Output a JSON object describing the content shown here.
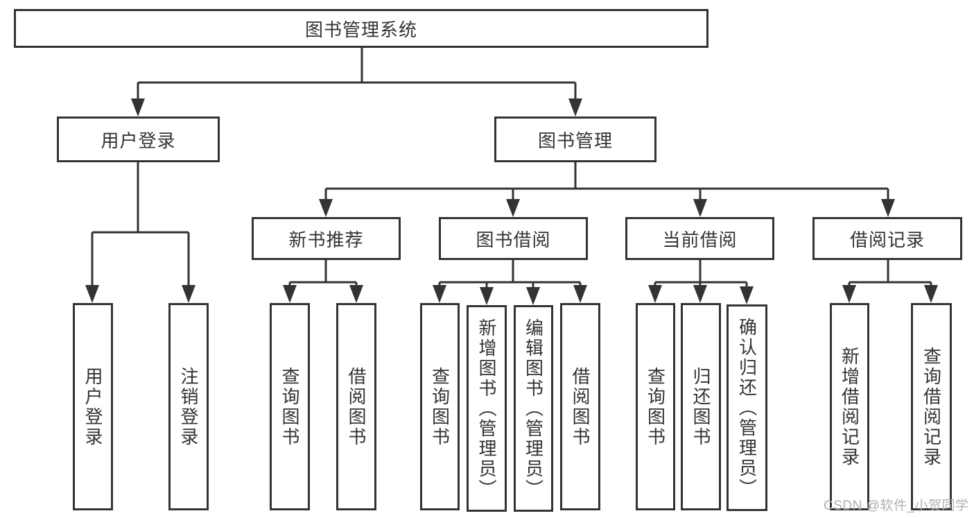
{
  "diagram": {
    "nodes": {
      "root": {
        "label": "图书管理系统"
      },
      "user_login": {
        "label": "用户登录"
      },
      "book_mgmt": {
        "label": "图书管理"
      },
      "login_user": {
        "label": "用户登录"
      },
      "login_logout": {
        "label": "注销登录"
      },
      "new_books": {
        "label": "新书推荐"
      },
      "book_borrow": {
        "label": "图书借阅"
      },
      "current_borrow": {
        "label": "当前借阅"
      },
      "borrow_records": {
        "label": "借阅记录"
      },
      "nb_query": {
        "label": "查询图书"
      },
      "nb_borrow": {
        "label": "借阅图书"
      },
      "bb_query": {
        "label": "查询图书"
      },
      "bb_add": {
        "label": "新增图书（管理员）"
      },
      "bb_edit": {
        "label": "编辑图书（管理员）"
      },
      "bb_borrow": {
        "label": "借阅图书"
      },
      "cb_query": {
        "label": "查询图书"
      },
      "cb_return": {
        "label": "归还图书"
      },
      "cb_confirm": {
        "label": "确认归还（管理员）"
      },
      "br_add": {
        "label": "新增借阅记录"
      },
      "br_query": {
        "label": "查询借阅记录"
      }
    },
    "hierarchy": {
      "root": [
        "user_login",
        "book_mgmt"
      ],
      "user_login": [
        "login_user",
        "login_logout"
      ],
      "book_mgmt": [
        "new_books",
        "book_borrow",
        "current_borrow",
        "borrow_records"
      ],
      "new_books": [
        "nb_query",
        "nb_borrow"
      ],
      "book_borrow": [
        "bb_query",
        "bb_add",
        "bb_edit",
        "bb_borrow"
      ],
      "current_borrow": [
        "cb_query",
        "cb_return",
        "cb_confirm"
      ],
      "borrow_records": [
        "br_add",
        "br_query"
      ]
    },
    "watermark": "CSDN @软件_小贺同学"
  },
  "colors": {
    "line": "#333333",
    "text": "#333333",
    "watermark": "#b0b0b0",
    "background": "#ffffff"
  }
}
